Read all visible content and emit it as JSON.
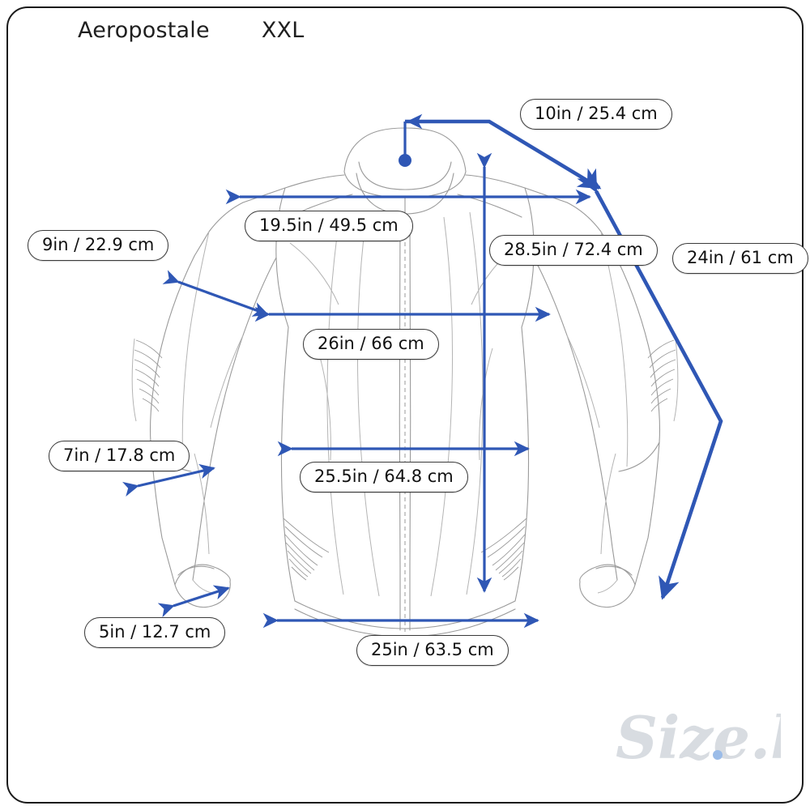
{
  "sheet": {
    "brand": "Aeropostale",
    "size": "XXL",
    "frame_color": "#1a1a1a",
    "background_color": "#ffffff",
    "garment_outline_color": "#9a9a9a",
    "dimension_color": "#2f57b5"
  },
  "watermark": {
    "text": "Size.ly",
    "color": "#d8dce1",
    "dot_color": "#9bbce8"
  },
  "measurements": [
    {
      "id": "collar",
      "name": "collar-width",
      "label": "10in / 25.4 cm",
      "inches": 10,
      "cm": 25.4
    },
    {
      "id": "shoulder",
      "name": "shoulder-width",
      "label": "19.5in / 49.5 cm",
      "inches": 19.5,
      "cm": 49.5
    },
    {
      "id": "length",
      "name": "body-length",
      "label": "28.5in / 72.4 cm",
      "inches": 28.5,
      "cm": 72.4
    },
    {
      "id": "shoulder-seam",
      "name": "shoulder-seam",
      "label": "9in / 22.9 cm",
      "inches": 9,
      "cm": 22.9
    },
    {
      "id": "sleeve",
      "name": "sleeve-length",
      "label": "24in / 61 cm",
      "inches": 24,
      "cm": 61
    },
    {
      "id": "chest",
      "name": "chest-width",
      "label": "26in / 66 cm",
      "inches": 26,
      "cm": 66
    },
    {
      "id": "bicep",
      "name": "bicep-width",
      "label": "7in / 17.8 cm",
      "inches": 7,
      "cm": 17.8
    },
    {
      "id": "waist",
      "name": "waist-width",
      "label": "25.5in / 64.8 cm",
      "inches": 25.5,
      "cm": 64.8
    },
    {
      "id": "cuff",
      "name": "cuff-width",
      "label": "5in / 12.7 cm",
      "inches": 5,
      "cm": 12.7
    },
    {
      "id": "hem",
      "name": "hem-width",
      "label": "25in / 63.5 cm",
      "inches": 25,
      "cm": 63.5
    }
  ]
}
